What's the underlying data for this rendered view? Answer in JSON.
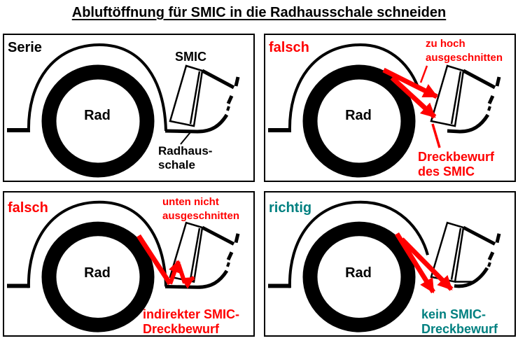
{
  "title": "Abluftöffnung für SMIC in die Radhausschale schneiden",
  "colors": {
    "annotation_red": "#ff0000",
    "correct_teal": "#008080",
    "drawing_black": "#000000"
  },
  "panels": {
    "serie": {
      "label": "Serie",
      "wheel_label": "Rad",
      "smic_label": "SMIC",
      "shell_label_line1": "Radhaus-",
      "shell_label_line2": "schale"
    },
    "falsch_top": {
      "label": "falsch",
      "wheel_label": "Rad",
      "note_line1": "zu hoch",
      "note_line2": "ausgeschnitten",
      "result_line1": "Dreckbewurf",
      "result_line2": "des SMIC"
    },
    "falsch_bottom": {
      "label": "falsch",
      "wheel_label": "Rad",
      "note_line1": "unten nicht",
      "note_line2": "ausgeschnitten",
      "result_line1": "indirekter SMIC-",
      "result_line2": "Dreckbewurf"
    },
    "richtig": {
      "label": "richtig",
      "wheel_label": "Rad",
      "result_line1": "kein SMIC-",
      "result_line2": "Dreckbewurf"
    }
  }
}
